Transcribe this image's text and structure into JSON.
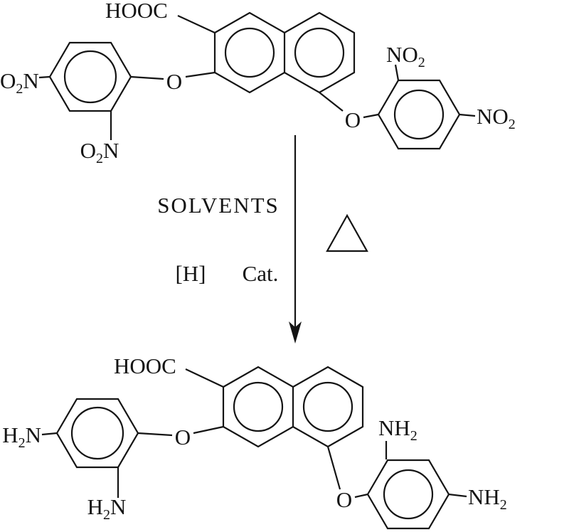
{
  "scheme": {
    "reactant": {
      "carboxyl_label": "HOOC",
      "ether_left_label": "O",
      "ether_right_label": "O",
      "left_ring": {
        "nitro_para": {
          "pre": "O",
          "sub": "2",
          "post": "N"
        },
        "nitro_ortho": {
          "pre": "O",
          "sub": "2",
          "post": "N"
        }
      },
      "right_ring": {
        "nitro_ortho": {
          "pre": "NO",
          "sub": "2",
          "post": ""
        },
        "nitro_para": {
          "pre": "NO",
          "sub": "2",
          "post": ""
        }
      }
    },
    "conditions": {
      "solvents_label": "SOLVENTS",
      "hydrogen_label": "[H]",
      "catalyst_label": "Cat.",
      "heat_icon": "open-triangle-delta"
    },
    "product": {
      "carboxyl_label": "HOOC",
      "ether_left_label": "O",
      "ether_right_label": "O",
      "left_ring": {
        "amine_para": {
          "pre": "H",
          "sub": "2",
          "post": "N"
        },
        "amine_ortho": {
          "pre": "H",
          "sub": "2",
          "post": "N"
        }
      },
      "right_ring": {
        "amine_ortho": {
          "pre": "NH",
          "sub": "2",
          "post": ""
        },
        "amine_para": {
          "pre": "NH",
          "sub": "2",
          "post": ""
        }
      }
    },
    "colors": {
      "ink": "#141414",
      "background": "#ffffff"
    }
  }
}
